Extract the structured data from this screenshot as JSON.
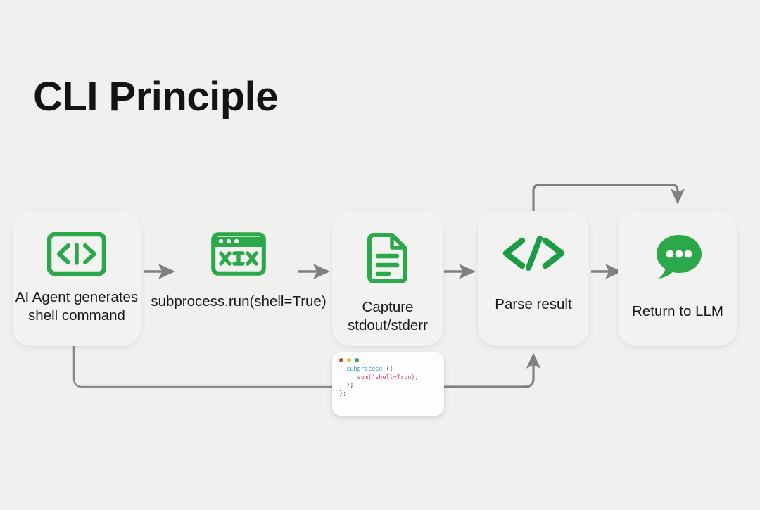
{
  "page": {
    "title": "CLI Principle",
    "background_color": "#f0f0ef",
    "accent_color": "#2ba84a",
    "text_color": "#17181a",
    "connector_color": "#808080"
  },
  "diagram": {
    "type": "flowchart",
    "orientation": "left-to-right",
    "nodes": [
      {
        "id": "agent",
        "label": "AI Agent generates\nshell command",
        "icon": "code-block-icon",
        "has_card": true
      },
      {
        "id": "subprocess",
        "label": "subprocess.run(shell=True)",
        "icon": "terminal-window-icon",
        "has_card": false
      },
      {
        "id": "capture",
        "label": "Capture\nstdout/stderr",
        "icon": "document-icon",
        "has_card": true
      },
      {
        "id": "parse",
        "label": "Parse result",
        "icon": "code-brackets-icon",
        "has_card": true
      },
      {
        "id": "return",
        "label": "Return to LLM",
        "icon": "chat-bubble-icon",
        "has_card": true
      }
    ],
    "connectors": [
      {
        "from": "agent",
        "to": "subprocess",
        "style": "straight-arrow"
      },
      {
        "from": "subprocess",
        "to": "capture",
        "style": "straight-arrow"
      },
      {
        "from": "capture",
        "to": "parse",
        "style": "straight-arrow"
      },
      {
        "from": "parse",
        "to": "return",
        "style": "straight-arrow"
      },
      {
        "from": "parse",
        "to": "return",
        "style": "elbow-loop-top"
      },
      {
        "from": "agent",
        "to": "code-snippet",
        "style": "elbow-bottom-left"
      },
      {
        "from": "code-snippet",
        "to": "parse",
        "style": "elbow-bottom-right"
      }
    ]
  },
  "code_snippet": {
    "window_dots": [
      "red",
      "yellow",
      "green"
    ],
    "lines": [
      {
        "parts": [
          {
            "text": "{ ",
            "kind": "punct"
          },
          {
            "text": "subprocess",
            "kind": "fn"
          },
          {
            "text": " ((",
            "kind": "punct"
          }
        ]
      },
      {
        "parts": [
          {
            "text": "     ",
            "kind": "punct"
          },
          {
            "text": "sum",
            "kind": "err"
          },
          {
            "text": "('shell=Trun);",
            "kind": "str"
          }
        ]
      },
      {
        "parts": [
          {
            "text": "  );",
            "kind": "punct"
          }
        ]
      },
      {
        "parts": [
          {
            "text": "};",
            "kind": "punct"
          }
        ]
      }
    ]
  }
}
